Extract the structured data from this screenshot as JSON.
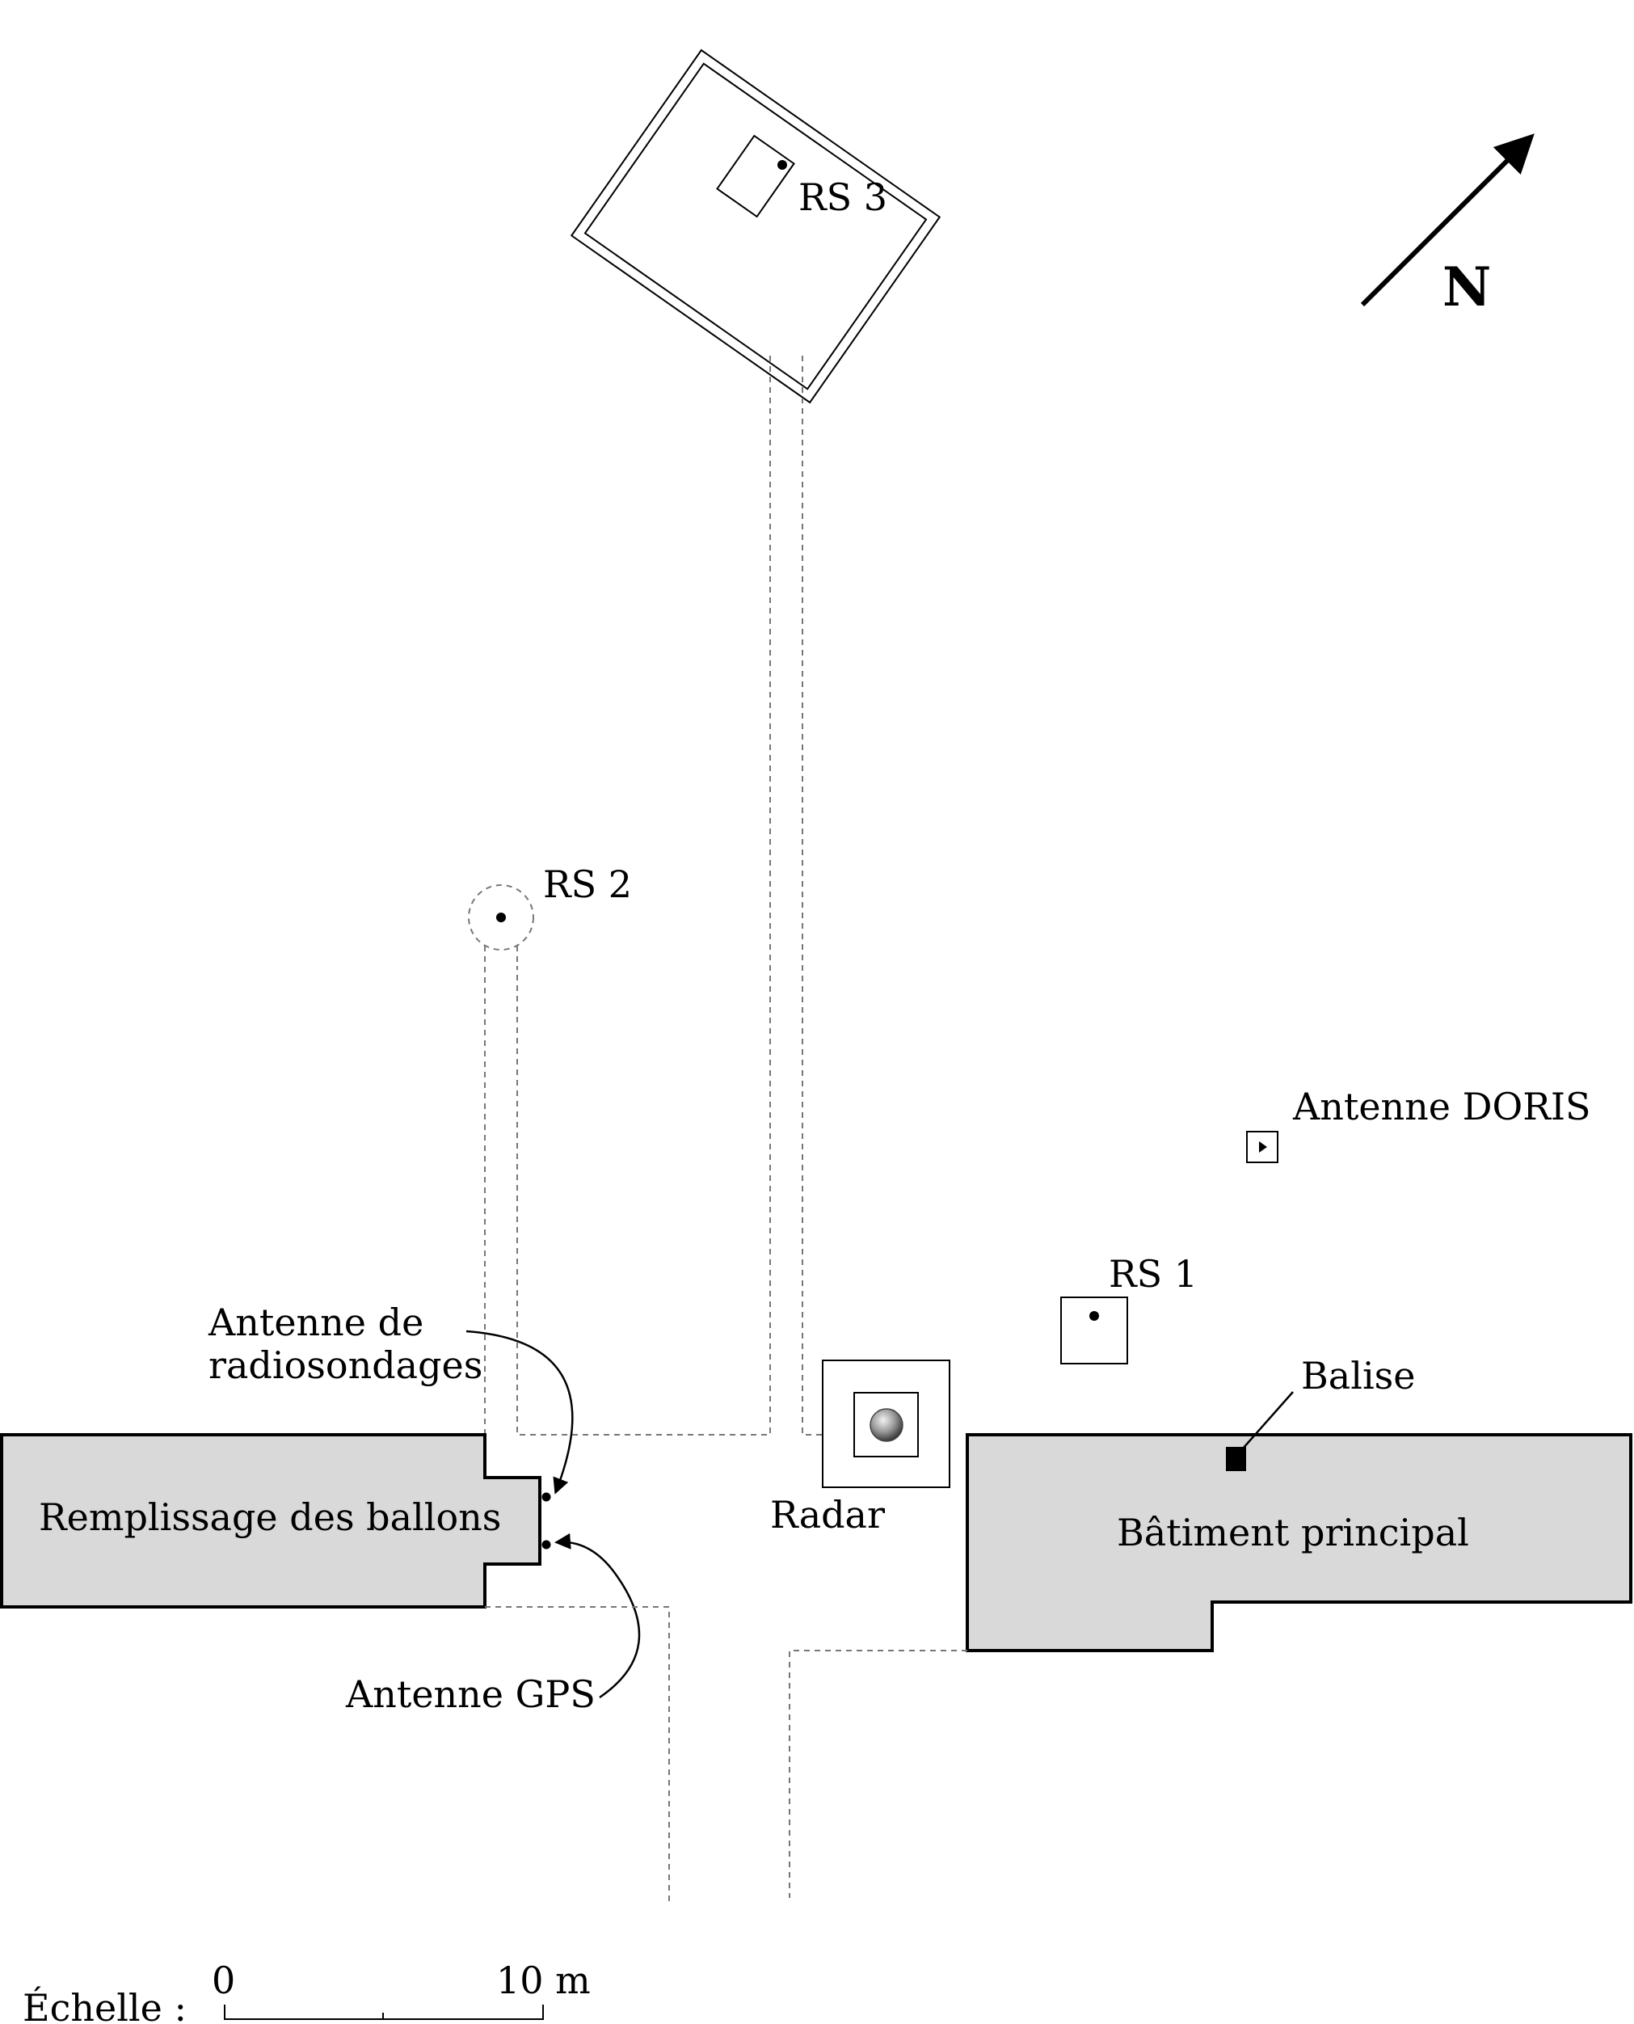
{
  "north_label": "N",
  "labels": {
    "rs3": "RS 3",
    "rs2": "RS 2",
    "rs1": "RS 1",
    "doris": "Antenne DORIS",
    "radiosonde_line1": "Antenne de",
    "radiosonde_line2": "radiosondages",
    "balloon_building": "Remplissage des ballons",
    "radar": "Radar",
    "balise": "Balise",
    "main_building": "Bâtiment principal",
    "gps": "Antenne GPS"
  },
  "scale": {
    "label": "Échelle :",
    "start": "0",
    "end": "10 m"
  },
  "colors": {
    "building_fill": "#d9d9d9",
    "line": "#000000",
    "path_dashed": "#777777"
  }
}
